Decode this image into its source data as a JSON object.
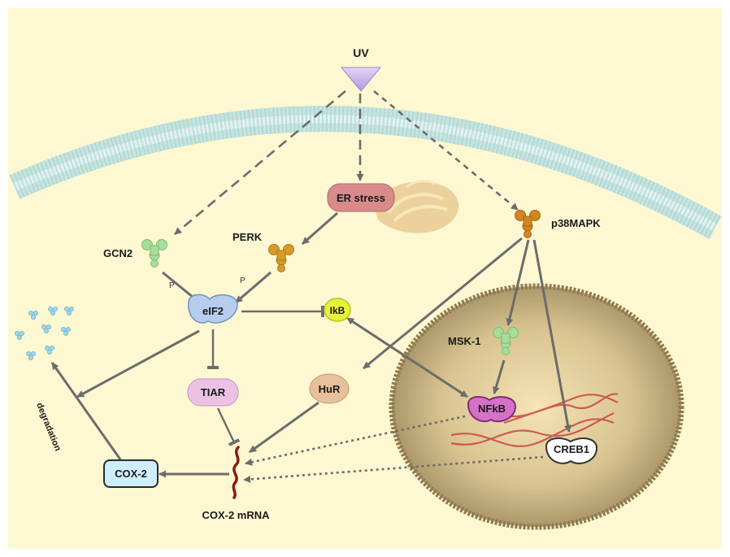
{
  "labels": {
    "uv": "UV",
    "er_stress": "ER stress",
    "gcn2": "GCN2",
    "perk": "PERK",
    "p38mapk": "p38MAPK",
    "p_gcn2": "P",
    "p_perk": "P",
    "eif2": "eIF2",
    "ikb": "IkB",
    "msk1": "MSK-1",
    "tiar": "TIAR",
    "hur": "HuR",
    "nfkb": "NFkB",
    "creb1": "CREB1",
    "cox2": "COX-2",
    "cox2_mrna": "COX-2 mRNA",
    "degradation": "degradation"
  },
  "colors": {
    "background": "#fdf8d2",
    "membrane": "#b5dde0",
    "er_stress": "#d98a8a",
    "golgi": "#e7c58c",
    "nucleus": "#b8a67e",
    "gcn2": "#a7dc9b",
    "perk": "#d69a2a",
    "p38mapk": "#d1861f",
    "msk1": "#a7dc9b",
    "eif2": "#b7cdee",
    "ikb": "#e8f23a",
    "tiar": "#ebc2e6",
    "hur": "#e6c19b",
    "nfkb": "#d671c9",
    "creb1": "#ffffff",
    "cox2": "#cfeefb",
    "mrna": "#8b1a1a",
    "dna": "#c94545",
    "arrow": "#6c6c6c",
    "uv_triangle": "#cdb6ec"
  }
}
